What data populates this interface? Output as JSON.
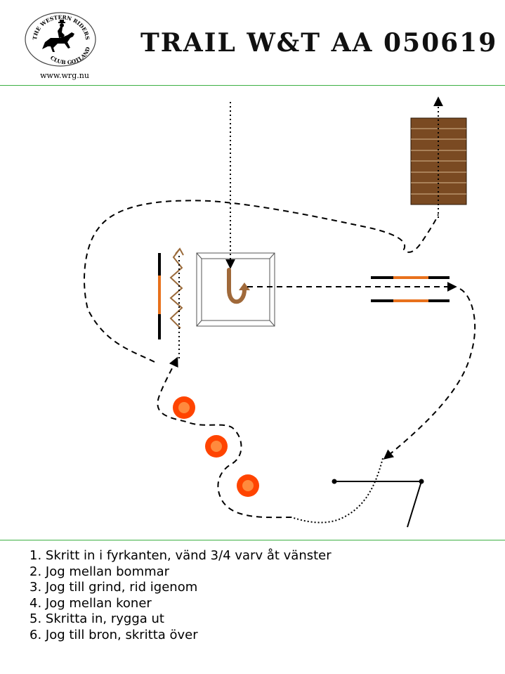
{
  "header": {
    "title": "TRAIL W&T AA 050619",
    "logo_top_text": "THE WESTERN RIDERS",
    "logo_bottom_text": "CLUB GOTLAND",
    "logo_icon": "horse-rider-icon",
    "website": "www.wrg.nu"
  },
  "colors": {
    "rule": "#3cb043",
    "path": "#000000",
    "pole_accent": "#e8711c",
    "cone_outer": "#ff4400",
    "cone_inner": "#ff8a3d",
    "bridge": "#7a4a22",
    "zigzag": "#9a6a3a",
    "turn_arrow": "#a0693a"
  },
  "instructions": [
    "1. Skritt in i fyrkanten, vänd 3/4 varv åt vänster",
    "2. Jog mellan bommar",
    "3. Jog till grind, rid igenom",
    "4. Jog mellan koner",
    "5. Skritta in, rygga ut",
    "6. Jog till bron, skritta över"
  ],
  "course": {
    "obstacles": [
      "box",
      "poles",
      "gate",
      "cones",
      "back-through-l",
      "bridge"
    ],
    "cone_count": 3,
    "bridge_planks": 8
  }
}
